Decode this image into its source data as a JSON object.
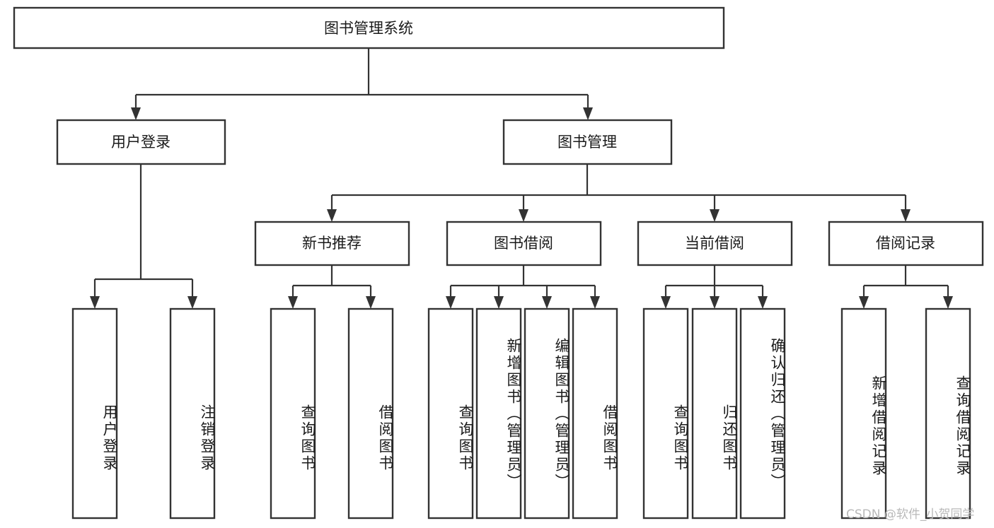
{
  "diagram": {
    "type": "tree-hierarchy-chart",
    "title": "图书管理系统",
    "root": {
      "label": "图书管理系统"
    },
    "level2": [
      {
        "id": "user-login",
        "label": "用户登录"
      },
      {
        "id": "book-manage",
        "label": "图书管理"
      }
    ],
    "level3": [
      {
        "id": "new-book-recommend",
        "label": "新书推荐",
        "parent": "book-manage"
      },
      {
        "id": "book-borrow",
        "label": "图书借阅",
        "parent": "book-manage"
      },
      {
        "id": "current-borrow",
        "label": "当前借阅",
        "parent": "book-manage"
      },
      {
        "id": "borrow-record",
        "label": "借阅记录",
        "parent": "book-manage"
      }
    ],
    "leaves": [
      {
        "id": "leaf-user-login",
        "label": "用户登录",
        "parent": "user-login"
      },
      {
        "id": "leaf-user-logout",
        "label": "注销登录",
        "parent": "user-login"
      },
      {
        "id": "leaf-query-book-1",
        "label": "查询图书",
        "parent": "new-book-recommend"
      },
      {
        "id": "leaf-borrow-book-1",
        "label": "借阅图书",
        "parent": "new-book-recommend"
      },
      {
        "id": "leaf-query-book-2",
        "label": "查询图书",
        "parent": "book-borrow"
      },
      {
        "id": "leaf-add-book",
        "label": "新增图书（管理员）",
        "parent": "book-borrow"
      },
      {
        "id": "leaf-edit-book",
        "label": "编辑图书（管理员）",
        "parent": "book-borrow"
      },
      {
        "id": "leaf-borrow-book-2",
        "label": "借阅图书",
        "parent": "book-borrow"
      },
      {
        "id": "leaf-query-book-3",
        "label": "查询图书",
        "parent": "current-borrow"
      },
      {
        "id": "leaf-return-book",
        "label": "归还图书",
        "parent": "current-borrow"
      },
      {
        "id": "leaf-confirm-return",
        "label": "确认归还（管理员）",
        "parent": "current-borrow"
      },
      {
        "id": "leaf-add-record",
        "label": "新增借阅记录",
        "parent": "borrow-record"
      },
      {
        "id": "leaf-query-record",
        "label": "查询借阅记录",
        "parent": "borrow-record"
      }
    ],
    "colors": {
      "stroke": "#333333",
      "fill": "#ffffff",
      "text": "#1a1a1a",
      "background": "#ffffff",
      "watermark": "#b9b9b9"
    }
  },
  "watermark": {
    "text": "CSDN @软件_小贺同学"
  }
}
